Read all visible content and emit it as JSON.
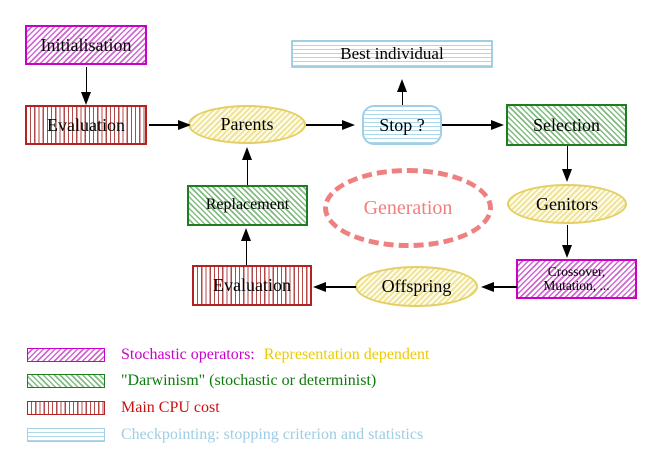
{
  "diagram": {
    "nodes": {
      "initialisation": {
        "label": "Initialisation"
      },
      "evaluation_top": {
        "label": "Evaluation"
      },
      "parents": {
        "label": "Parents"
      },
      "best_individual": {
        "label": "Best individual"
      },
      "stop": {
        "label": "Stop ?"
      },
      "selection": {
        "label": "Selection"
      },
      "genitors": {
        "label": "Genitors"
      },
      "replacement": {
        "label": "Replacement"
      },
      "generation": {
        "label": "Generation"
      },
      "evaluation_bottom": {
        "label": "Evaluation"
      },
      "offspring": {
        "label": "Offspring"
      },
      "crossover": {
        "line1": "Crossover,",
        "line2": "Mutation, ..."
      }
    }
  },
  "legend": {
    "items": [
      {
        "pattern": "magenta-diagonal-hatch",
        "text": "Stochastic operators:",
        "text2": "Representation dependent"
      },
      {
        "pattern": "green-diagonal-hatch",
        "text": "\"Darwinism\" (stochastic or determinist)"
      },
      {
        "pattern": "red-vertical-stripes",
        "text": "Main CPU cost"
      },
      {
        "pattern": "cyan-horizontal-stripes",
        "text": "Checkpointing: stopping criterion and statistics"
      }
    ]
  },
  "colors": {
    "magenta": "#cc00cc",
    "green_border": "#1e7d1e",
    "green_text": "#0e7a0e",
    "red": "#b22222",
    "red_text": "#cc1111",
    "cyan": "#a2cfe4",
    "yellow_border": "#e3cf63",
    "yellow_text": "#edcb00",
    "coral_dashed": "#ee8080",
    "arrow": "#000000"
  }
}
